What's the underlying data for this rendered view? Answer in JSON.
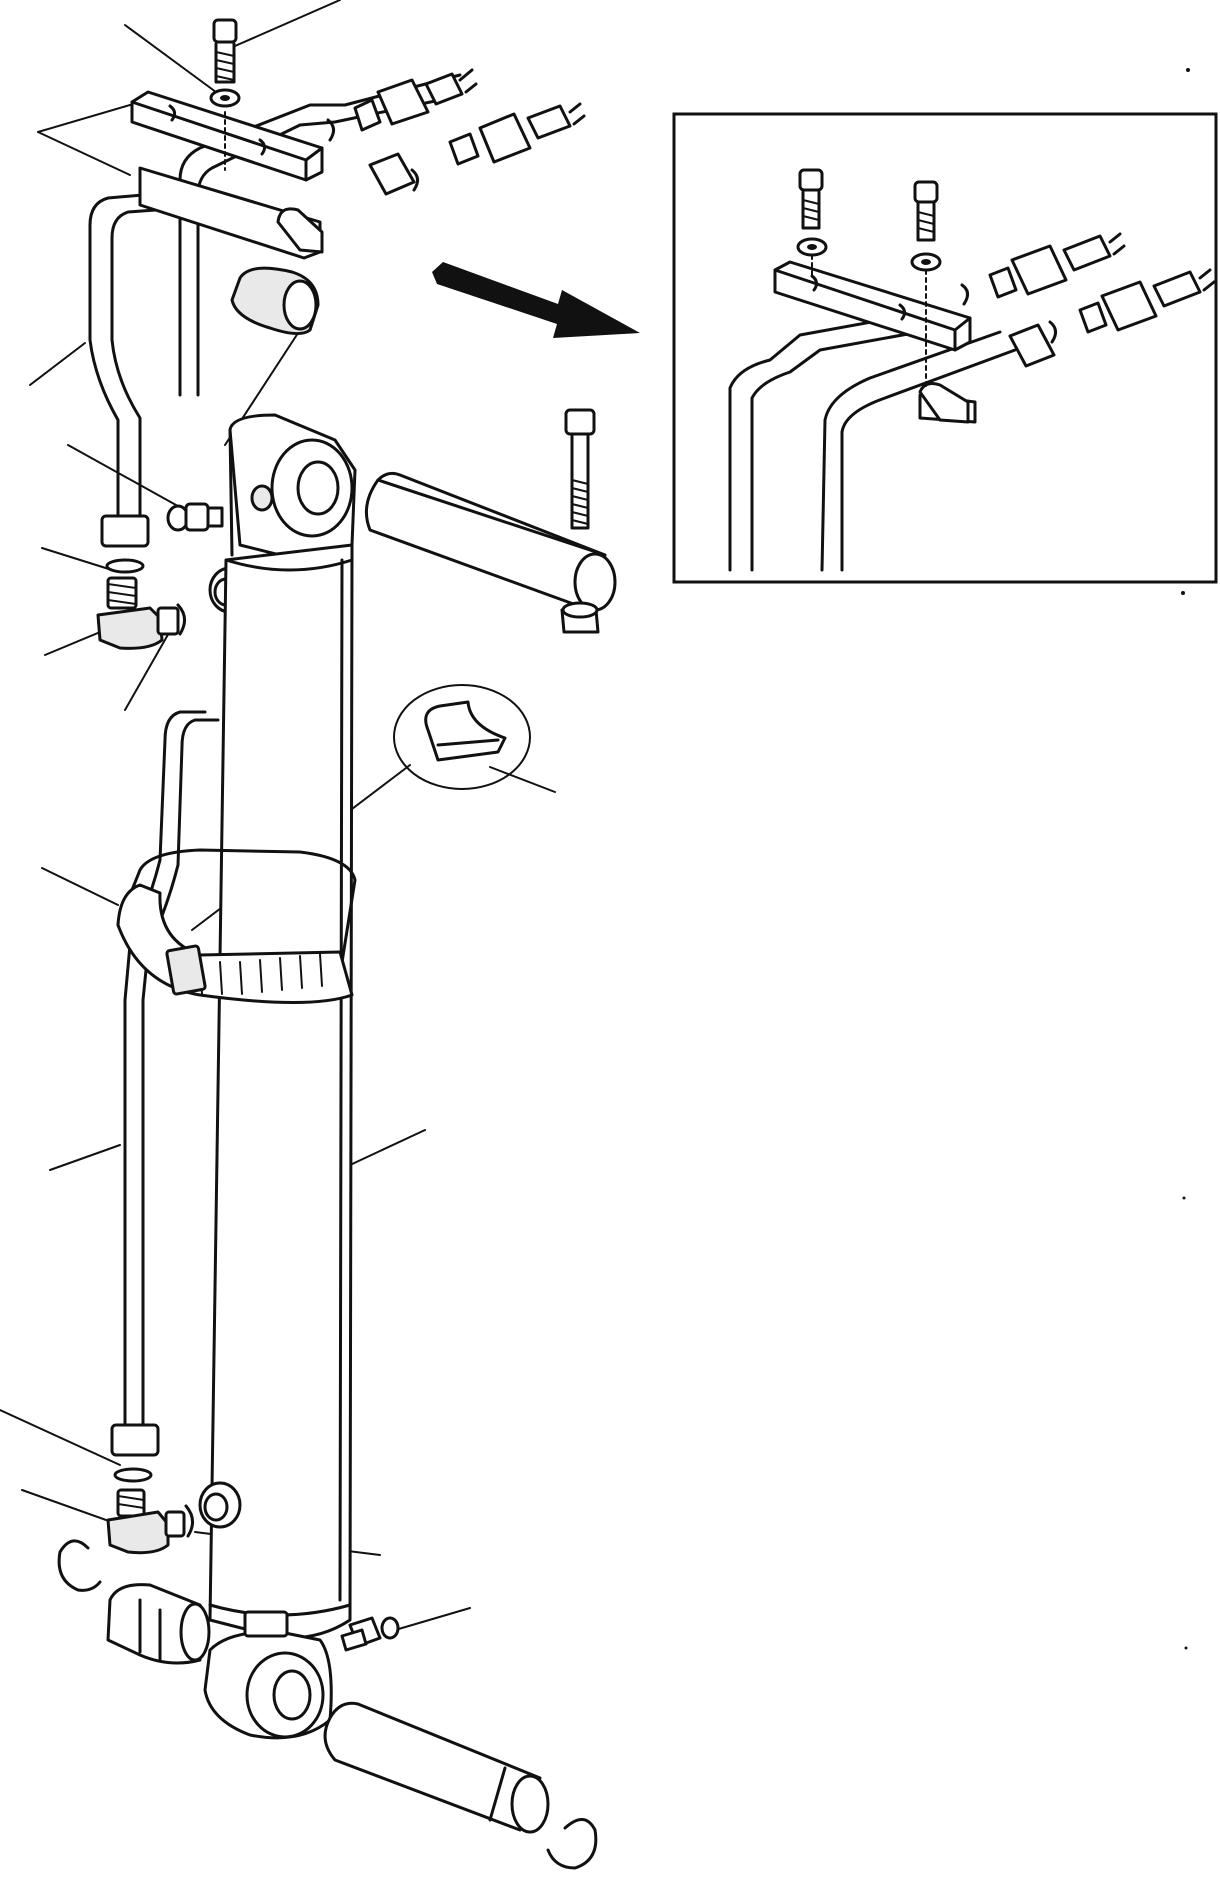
{
  "figure": {
    "parts": [
      "upper-hose-bracket",
      "bracket-bolt",
      "bracket-washer",
      "upper-connectors",
      "cylinder-rod-eye",
      "upper-pin",
      "grease-nipple-upper",
      "hydraulic-cylinder-barrel",
      "hose-clamp-strap",
      "clamp-detail-view",
      "hydraulic-pipe-left",
      "elbow-fitting-upper",
      "elbow-fitting-lower",
      "cylinder-base-eye",
      "lower-pin",
      "lower-bushing",
      "snap-ring",
      "grease-nipple-lower",
      "inset-detail-view"
    ],
    "leader_count": 24
  }
}
